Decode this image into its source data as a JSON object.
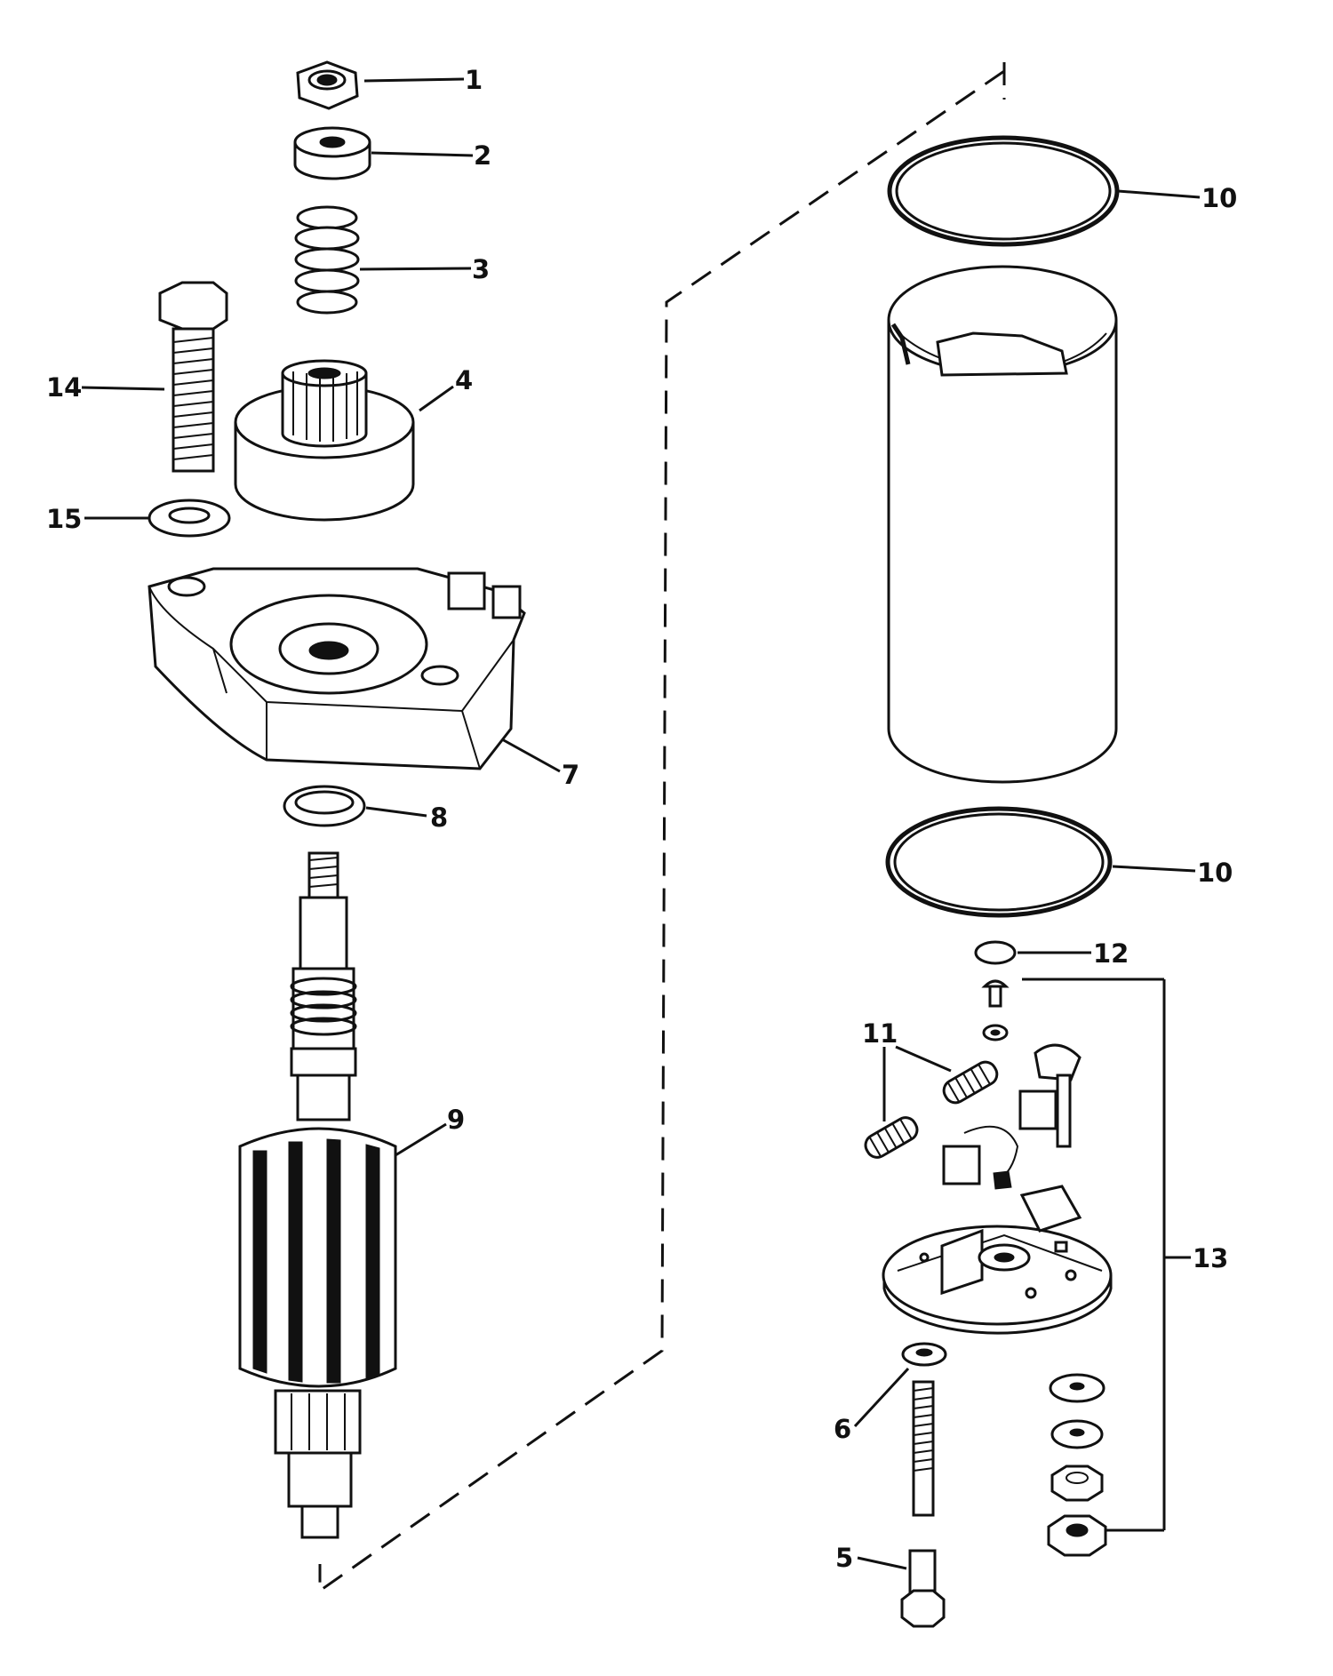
{
  "callouts": {
    "c1": "1",
    "c2": "2",
    "c3": "3",
    "c4": "4",
    "c5": "5",
    "c6": "6",
    "c7": "7",
    "c8": "8",
    "c9": "9",
    "c10a": "10",
    "c10b": "10",
    "c11": "11",
    "c12": "12",
    "c13": "13",
    "c14": "14",
    "c15": "15"
  },
  "style": {
    "line_color": "#111111",
    "background": "#ffffff"
  }
}
